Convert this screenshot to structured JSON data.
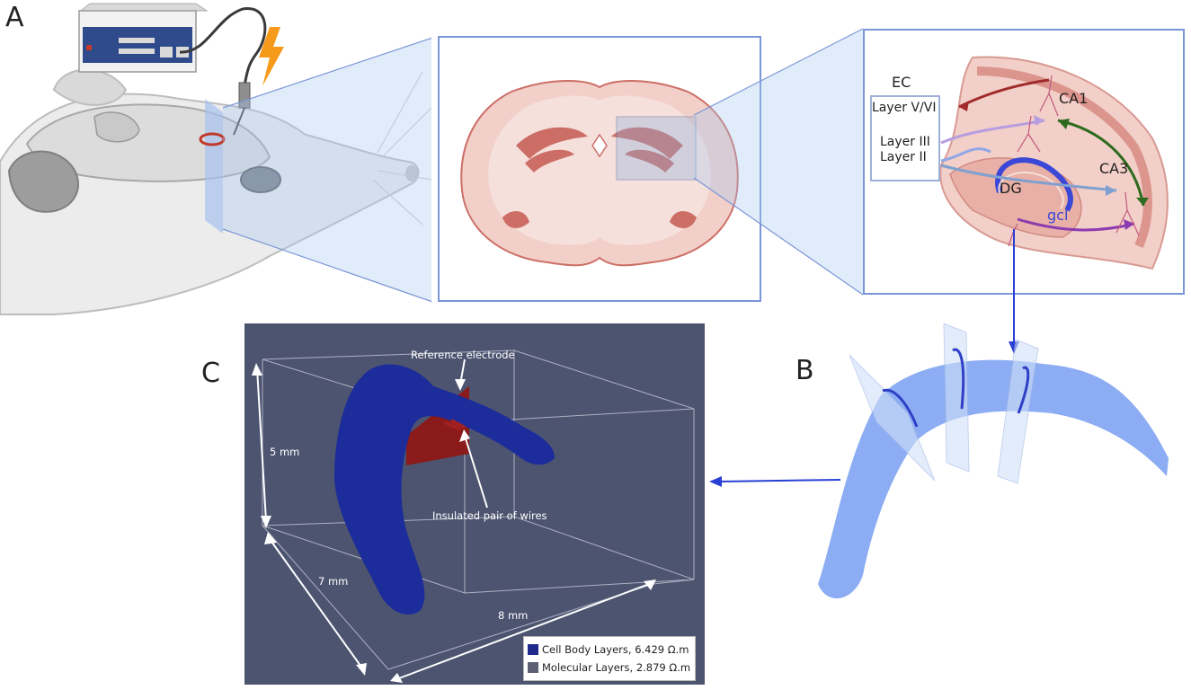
{
  "panels": {
    "a": "A",
    "b": "B",
    "c": "C"
  },
  "hippocampus_labels": {
    "ec": "EC",
    "layer_v_vi": "Layer V/VI",
    "layer_iii": "Layer III",
    "layer_ii": "Layer II",
    "ca1": "CA1",
    "ca3": "CA3",
    "dg": "DG",
    "gcl": "gcl"
  },
  "model_labels": {
    "reference_electrode": "Reference electrode",
    "insulated_wires": "Insulated pair of wires",
    "dim_height": "5 mm",
    "dim_depth": "7 mm",
    "dim_width": "8 mm"
  },
  "legend": [
    {
      "label": "Cell Body Layers, 6.429 Ω.m",
      "color": "#1f2a8c"
    },
    {
      "label": "Molecular Layers, 2.879 Ω.m",
      "color": "#5b6075"
    }
  ],
  "colors": {
    "frame_blue": "#7b96d6",
    "tissue_pink": "#f2cfc8",
    "tissue_dark": "#cc6e66",
    "hippo_blue": "#7fa3f2",
    "model_bg": "#4d5470",
    "model_tissue": "#1c2c9a",
    "electrode_red": "#8b1a1a",
    "bolt_orange": "#f59a1b"
  }
}
